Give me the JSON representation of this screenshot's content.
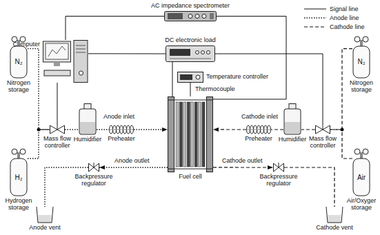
{
  "diagram": {
    "nodes": [
      {
        "text": [
          "AC impedance spectrometer"
        ]
      },
      {
        "text": [
          "Computer"
        ]
      },
      {
        "text": [
          "DC electronic load"
        ]
      },
      {
        "text": [
          "Temperature controller"
        ]
      },
      {
        "text": [
          "N₂",
          "Nitrogen storage"
        ]
      },
      {
        "text": [
          "N₂",
          "Nitrogen storage"
        ]
      },
      {
        "text": [
          "Mass flow controller"
        ]
      },
      {
        "text": [
          "Humidifier"
        ]
      },
      {
        "text": [
          "Preheater"
        ]
      },
      {
        "text": [
          "Fuel cell"
        ]
      },
      {
        "text": [
          "Preheater"
        ]
      },
      {
        "text": [
          "Humidifier"
        ]
      },
      {
        "text": [
          "Mass flow controller"
        ]
      },
      {
        "text": [
          "H₂",
          "Hydrogen storage"
        ]
      },
      {
        "text": [
          "Air",
          "Air/Oxyger storage"
        ]
      },
      {
        "text": [
          "Backpressure regulator"
        ]
      },
      {
        "text": [
          "Backpressure regulator"
        ]
      },
      {
        "text": [
          "Anode vent"
        ]
      },
      {
        "text": [
          "Cathode vent"
        ]
      }
    ],
    "edges": [
      {
        "from": 0,
        "to": 1,
        "arrow": "none"
      },
      {
        "from": 0,
        "to": 9,
        "arrow": "none"
      },
      {
        "from": 1,
        "to": 2,
        "arrow": "none"
      },
      {
        "from": 1,
        "to": 6,
        "arrow": "none"
      },
      {
        "from": 2,
        "to": 12,
        "arrow": "none"
      },
      {
        "from": 2,
        "to": 9,
        "arrow": "none"
      },
      {
        "from": 3,
        "to": 9,
        "arrow": "none"
      },
      {
        "from": 4,
        "to": 6,
        "arrow": "none"
      },
      {
        "from": 13,
        "to": 6,
        "arrow": "none"
      },
      {
        "from": 6,
        "to": 7,
        "arrow": "none"
      },
      {
        "from": 7,
        "to": 8,
        "arrow": "none"
      },
      {
        "from": 8,
        "to": 9,
        "arrow": "to"
      },
      {
        "from": 9,
        "to": 15,
        "arrow": "to"
      },
      {
        "from": 15,
        "to": 17,
        "arrow": "none"
      },
      {
        "from": 5,
        "to": 12,
        "arrow": "none"
      },
      {
        "from": 14,
        "to": 12,
        "arrow": "none"
      },
      {
        "from": 12,
        "to": 11,
        "arrow": "none"
      },
      {
        "from": 11,
        "to": 10,
        "arrow": "none"
      },
      {
        "from": 10,
        "to": 9,
        "arrow": "to"
      },
      {
        "from": 9,
        "to": 16,
        "arrow": "to"
      },
      {
        "from": 16,
        "to": 18,
        "arrow": "none"
      }
    ],
    "labels": [
      "Anode inlet",
      "Cathode inlet",
      "Anode outlet",
      "Cathode outlet",
      "Thermocouple"
    ],
    "legend": [
      {
        "text": "Signal line"
      },
      {
        "text": "Anode line"
      },
      {
        "text": "Cathode line"
      }
    ]
  }
}
